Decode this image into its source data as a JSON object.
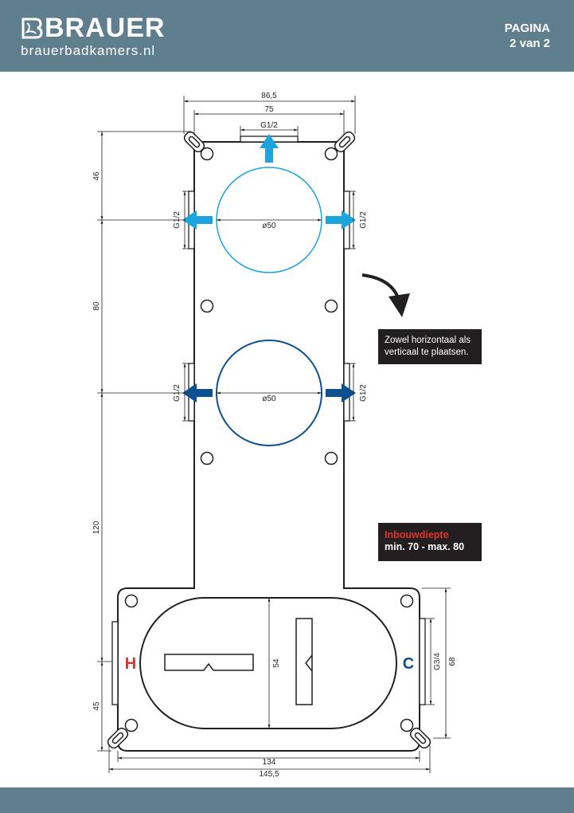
{
  "header": {
    "brand_name": "BRAUER",
    "brand_url": "brauerbadkamers.nl",
    "page_label": "PAGINA",
    "page_number": "2 van 2"
  },
  "notes": {
    "mount": "Zowel horizontaal als verticaal te plaatsen.",
    "depth_title": "Inbouwdiepte",
    "depth_value": "min. 70 - max. 80"
  },
  "dimensions": {
    "top_width_outer": "86,5",
    "top_width_inner": "75",
    "top_outlet": "G1/2",
    "left_offset_top": "46",
    "side_upper_left": "G1/2",
    "side_upper_right": "G1/2",
    "circle_upper": "ø50",
    "between_outlets": "80",
    "side_lower_left": "G1/2",
    "side_lower_right": "G1/2",
    "circle_lower": "ø50",
    "lower_length": "120",
    "bottom_offset": "45",
    "hot_label": "H",
    "cold_label": "C",
    "oval_height": "54",
    "right_inlet": "G3/4",
    "right_height": "68",
    "bottom_width_inner": "134",
    "bottom_width_outer": "145,5"
  },
  "colors": {
    "header": "#5f7e8e",
    "light_blue": "#1ba4dd",
    "dark_blue": "#0d4f8f",
    "hot": "#e2342b",
    "cold": "#0d4f8f",
    "note_bg": "#231f20"
  },
  "icons": {
    "logo": "brauer-logo-icon",
    "arrow_up": "arrow-up-icon",
    "arrow_left": "arrow-left-icon",
    "arrow_right": "arrow-right-icon",
    "curved_arrow": "curved-arrow-icon"
  }
}
